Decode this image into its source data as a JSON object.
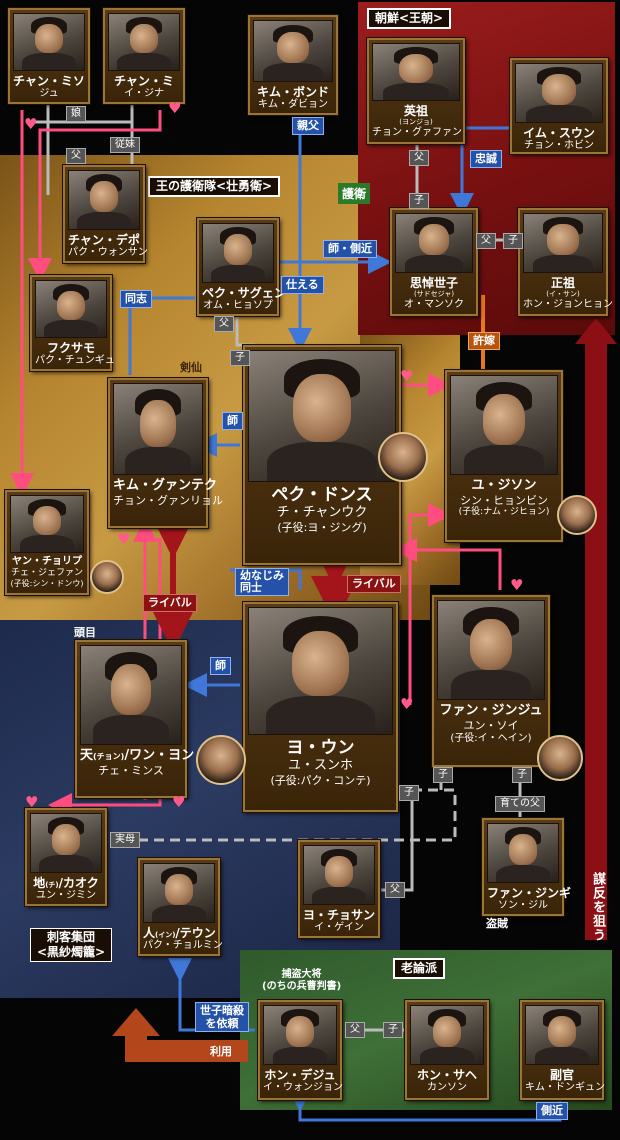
{
  "groups": {
    "joseon": "朝鮮<王朝>",
    "guard": "王の護衛隊<壮勇衛>",
    "assassin": "刺客集団\n<黒紗燭籠>",
    "noron": "老論派"
  },
  "people": {
    "chan_miso": {
      "name": "チャン・ミソ",
      "name2": "ジュ"
    },
    "chan_mi": {
      "name": "チャン・ミ",
      "name2": "イ・ジナ"
    },
    "kim_bond": {
      "name": "キム・ボンド",
      "actor": "キム・ダビョン"
    },
    "yeongjo": {
      "name": "英祖",
      "ruby": "(ヨンジョ)",
      "actor": "チョン・グァファン"
    },
    "im_sun": {
      "name": "イム・スウン",
      "actor": "チョン・ホビン"
    },
    "chan_debo": {
      "name": "チャン・デポ",
      "actor": "パク・ウォンサン"
    },
    "baek_sagwang": {
      "name": "ペク・サグェン",
      "actor": "オム・ヒョソプ"
    },
    "sado": {
      "name": "思悼世子",
      "ruby": "(サドセジャ)",
      "actor": "オ・マンソク"
    },
    "jeongjo": {
      "name": "正祖",
      "ruby": "(イ・サン)",
      "actor": "ホン・ジョンヒョン"
    },
    "fukusamo": {
      "name": "フクサモ",
      "actor": "パク・チュンギュ"
    },
    "kim_gwang": {
      "name": "キム・グァンテク",
      "actor": "チョン・グァンリョル"
    },
    "baek_dongsu": {
      "name": "ペク・ドンス",
      "actor": "チ・チャンウク",
      "child": "(子役:ヨ・ジング)"
    },
    "yu_jison": {
      "name": "ユ・ジソン",
      "actor": "シン・ヒョンビン",
      "child": "(子役:ナム・ジヒョン)"
    },
    "yang": {
      "name": "ヤン・チョリプ",
      "actor": "チェ・ジェファン",
      "child": "(子役:シン・ドンウ)"
    },
    "cheon": {
      "name": "天",
      "ruby": "(チョン)",
      "name_rest": "/ワン・ヨン",
      "actor": "チェ・ミンス"
    },
    "yeo_un": {
      "name": "ヨ・ウン",
      "actor": "ユ・スンホ",
      "child": "(子役:パク・コンテ)"
    },
    "hwang": {
      "name": "ファン・ジンジュ",
      "actor": "ユン・ソイ",
      "child": "(子役:イ・ヘイン)"
    },
    "ji": {
      "name": "地",
      "ruby": "(チ)",
      "name_rest": "/カオク",
      "actor": "ユン・ジミン"
    },
    "in": {
      "name": "人",
      "ruby": "(イン)",
      "name_rest": "/テウン",
      "actor": "パク・チョルミン"
    },
    "yeo_chosan": {
      "name": "ヨ・チョサン",
      "actor": "イ・ゲイン"
    },
    "hwang_jingi": {
      "name": "ファン・ジンギ",
      "actor": "ソン・ジル"
    },
    "hong_dejoo": {
      "name": "ホン・デジュ",
      "actor": "イ・ウォンジョン"
    },
    "hong_sahe": {
      "name": "ホン・サヘ",
      "actor": "カンソン"
    },
    "kanri": {
      "name": "副官",
      "actor": "キム・ドンギュン"
    }
  },
  "labels": {
    "daughter": "娘",
    "father": "父",
    "cousin": "従妹",
    "son": "子",
    "parent_father": "親父",
    "chuusei": "忠誠",
    "goei": "護衛",
    "shi_sokkin": "師・側近",
    "tsukaeru": "仕える",
    "doushi": "同志",
    "kensen": "剣仙",
    "shi": "師",
    "kyoka": "許嫁",
    "osananajimi": "幼なじみ\n同士",
    "rival1": "ライバル",
    "rival2": "ライバル",
    "zumoku": "頭目",
    "shi2": "師",
    "jitsubo": "実母",
    "sodate": "育ての父",
    "touzoku": "盗賊",
    "muhon": "謀反を狙う",
    "hodaishou": "捕盗大将\n(のちの兵曹判書)",
    "sesshi": "世子暗殺\nを依頼",
    "riyou": "利用",
    "sokkin": "側近",
    "father2": "父",
    "son2": "子"
  }
}
